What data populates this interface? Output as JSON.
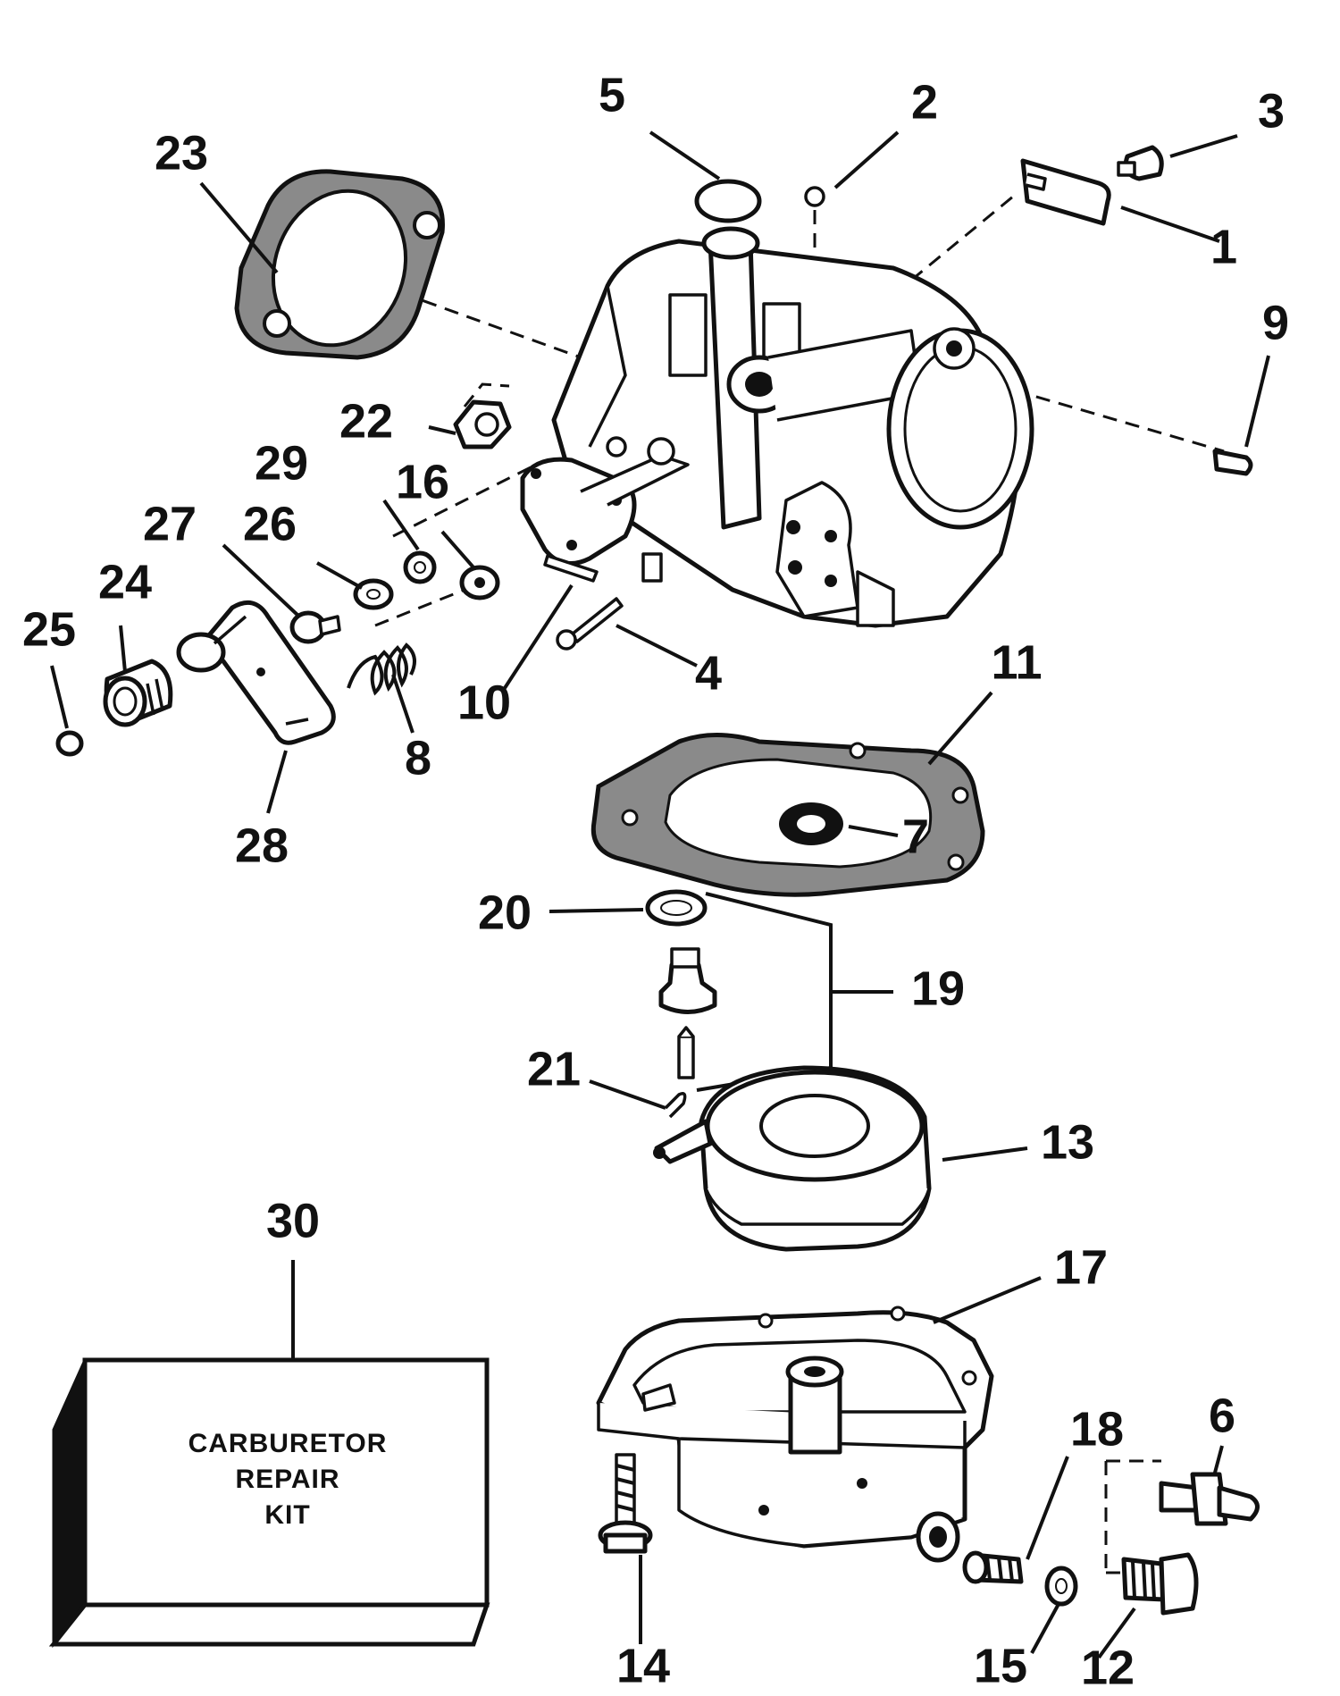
{
  "callouts": [
    {
      "id": "1",
      "label": "1"
    },
    {
      "id": "2",
      "label": "2"
    },
    {
      "id": "3",
      "label": "3"
    },
    {
      "id": "4",
      "label": "4"
    },
    {
      "id": "5",
      "label": "5"
    },
    {
      "id": "6",
      "label": "6"
    },
    {
      "id": "7",
      "label": "7"
    },
    {
      "id": "8",
      "label": "8"
    },
    {
      "id": "9",
      "label": "9"
    },
    {
      "id": "10",
      "label": "10"
    },
    {
      "id": "11",
      "label": "11"
    },
    {
      "id": "12",
      "label": "12"
    },
    {
      "id": "13",
      "label": "13"
    },
    {
      "id": "14",
      "label": "14"
    },
    {
      "id": "15",
      "label": "15"
    },
    {
      "id": "16",
      "label": "16"
    },
    {
      "id": "17",
      "label": "17"
    },
    {
      "id": "18",
      "label": "18"
    },
    {
      "id": "19",
      "label": "19"
    },
    {
      "id": "20",
      "label": "20"
    },
    {
      "id": "21",
      "label": "21"
    },
    {
      "id": "22",
      "label": "22"
    },
    {
      "id": "23",
      "label": "23"
    },
    {
      "id": "24",
      "label": "24"
    },
    {
      "id": "25",
      "label": "25"
    },
    {
      "id": "26",
      "label": "26"
    },
    {
      "id": "27",
      "label": "27"
    },
    {
      "id": "28",
      "label": "28"
    },
    {
      "id": "29",
      "label": "29"
    },
    {
      "id": "30",
      "label": "30"
    }
  ],
  "kit_box": {
    "line1": "CARBURETOR",
    "line2": "REPAIR",
    "line3": "KIT"
  }
}
